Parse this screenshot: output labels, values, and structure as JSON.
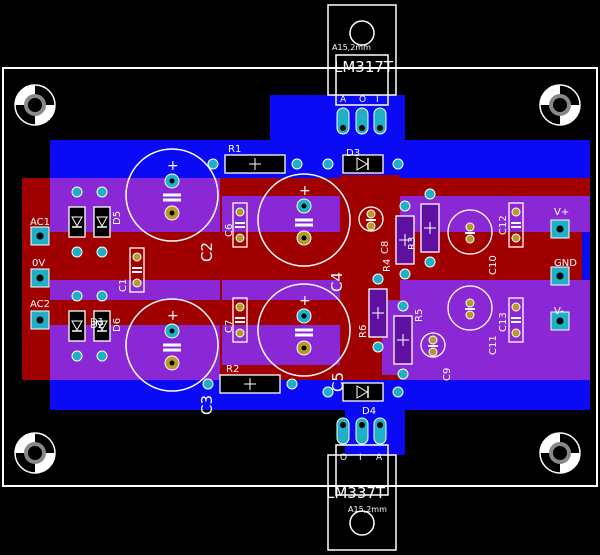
{
  "colors": {
    "background": "#000000",
    "top_copper": "#0000ff",
    "bottom_copper": "#a00000",
    "overlap": "#8020d0",
    "silkscreen": "#ffffff",
    "pad_gold": "#b89a2a",
    "pad_cyan": "#1fb0c8"
  },
  "regulators": {
    "top": {
      "part": "LM317T",
      "heatsink": "A15,2mm",
      "pins": [
        "A",
        "O",
        "I"
      ]
    },
    "bottom": {
      "part": "LM337T",
      "heatsink": "A15,2mm",
      "pins": [
        "O",
        "I",
        "A"
      ]
    }
  },
  "connectors": {
    "left": [
      "AC1",
      "0V",
      "AC2"
    ],
    "right": [
      "V+",
      "GND",
      "V-"
    ]
  },
  "components": {
    "resistors": [
      "R1",
      "R2",
      "R3",
      "R4",
      "R5",
      "R6"
    ],
    "diodes": [
      "D1",
      "D2",
      "D3",
      "D4",
      "D5",
      "D6"
    ],
    "capacitors": [
      "C1",
      "C2",
      "C3",
      "C4",
      "C5",
      "C6",
      "C7",
      "C8",
      "C9",
      "C10",
      "C11",
      "C12",
      "C13"
    ]
  },
  "polarity_mark": "+"
}
